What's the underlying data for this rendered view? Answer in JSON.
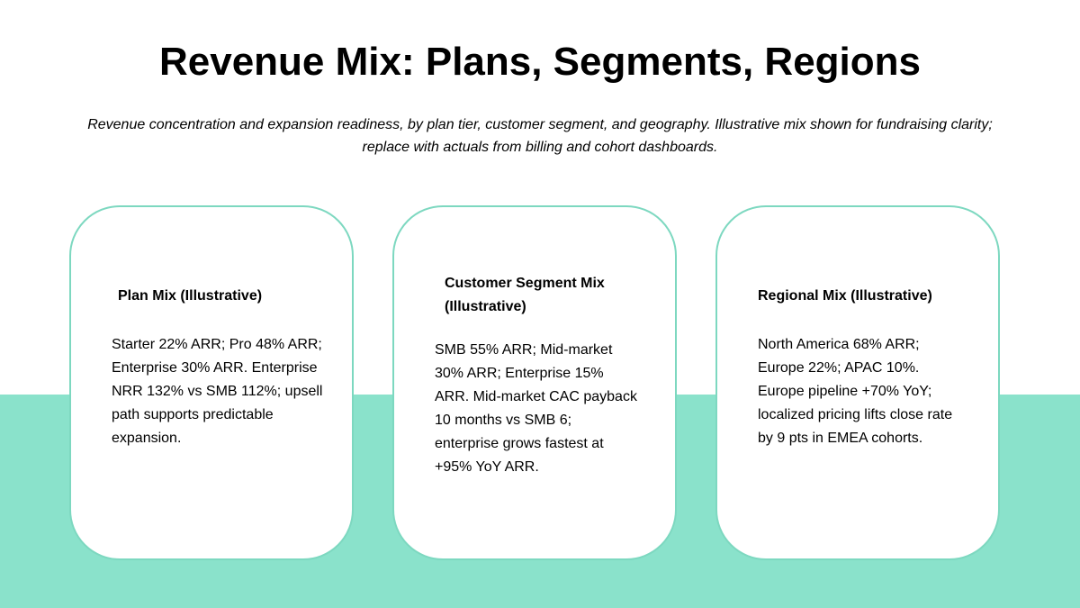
{
  "title": "Revenue Mix: Plans, Segments, Regions",
  "subtitle": "Revenue concentration and expansion readiness, by plan tier, customer segment, and geography. Illustrative mix shown for fundraising clarity; replace with actuals from billing and cohort dashboards.",
  "cards": [
    {
      "heading": "Plan Mix (Illustrative)",
      "body": "Starter 22% ARR; Pro 48% ARR; Enterprise 30% ARR. Enterprise NRR 132% vs SMB 112%; upsell path supports predictable expansion."
    },
    {
      "heading": "Customer Segment Mix (Illustrative)",
      "body": "SMB 55% ARR; Mid-market 30% ARR; Enterprise 15% ARR. Mid-market CAC payback 10 months vs SMB 6; enterprise grows fastest at +95% YoY ARR."
    },
    {
      "heading": "Regional Mix (Illustrative)",
      "body": "North America 68% ARR; Europe 22%; APAC 10%. Europe pipeline +70% YoY; localized pricing lifts close rate by 9 pts in EMEA cohorts."
    }
  ],
  "colors": {
    "accent": "#8ae2cb",
    "border": "#7dd8c0"
  }
}
